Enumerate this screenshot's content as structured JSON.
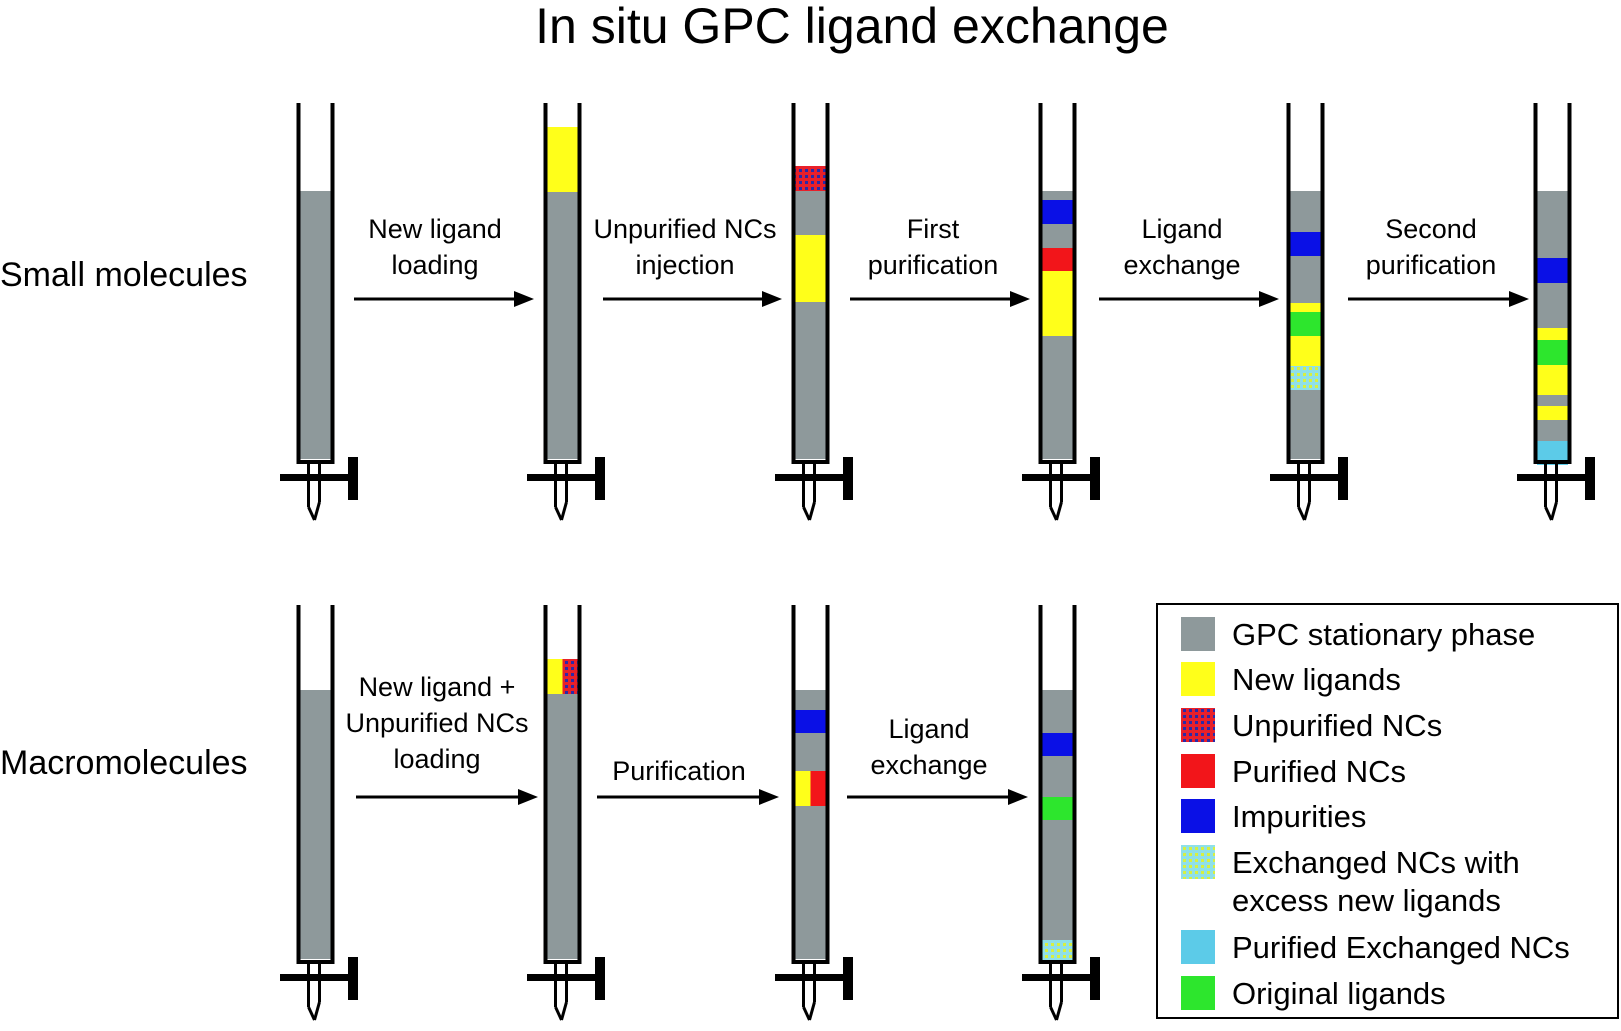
{
  "title": "In situ GPC ligand exchange",
  "rows": [
    {
      "label": "Small molecules",
      "steps": [
        [
          "New ligand",
          "loading"
        ],
        [
          "Unpurified NCs",
          "injection"
        ],
        [
          "First",
          "purification"
        ],
        [
          "Ligand",
          "exchange"
        ],
        [
          "Second",
          "purification"
        ]
      ]
    },
    {
      "label": "Macromolecules",
      "steps": [
        [
          "New ligand +",
          "Unpurified NCs",
          "loading"
        ],
        [
          "Purification"
        ],
        [
          "Ligand",
          "exchange"
        ]
      ]
    }
  ],
  "legend": [
    {
      "key": "stationary",
      "label": [
        "GPC stationary phase"
      ]
    },
    {
      "key": "new_ligands",
      "label": [
        "New ligands"
      ]
    },
    {
      "key": "unpurified",
      "label": [
        "Unpurified NCs"
      ]
    },
    {
      "key": "purified",
      "label": [
        "Purified NCs"
      ]
    },
    {
      "key": "impurities",
      "label": [
        "Impurities"
      ]
    },
    {
      "key": "exchanged_excess",
      "label": [
        "Exchanged NCs with",
        "excess new ligands"
      ]
    },
    {
      "key": "purified_exchanged",
      "label": [
        "Purified Exchanged NCs"
      ]
    },
    {
      "key": "original",
      "label": [
        "Original ligands"
      ]
    }
  ],
  "colors": {
    "stationary": "#8e999b",
    "new_ligands": "#ffff1a",
    "unpurified": "#e8202a",
    "unpurified_dots": "#2a2aa8",
    "purified": "#f2151a",
    "impurities": "#0a10e6",
    "exchanged_excess": "#8fe0e8",
    "exchanged_dots": "#d7f040",
    "purified_exchanged": "#5ccbe8",
    "original": "#2de62d"
  }
}
